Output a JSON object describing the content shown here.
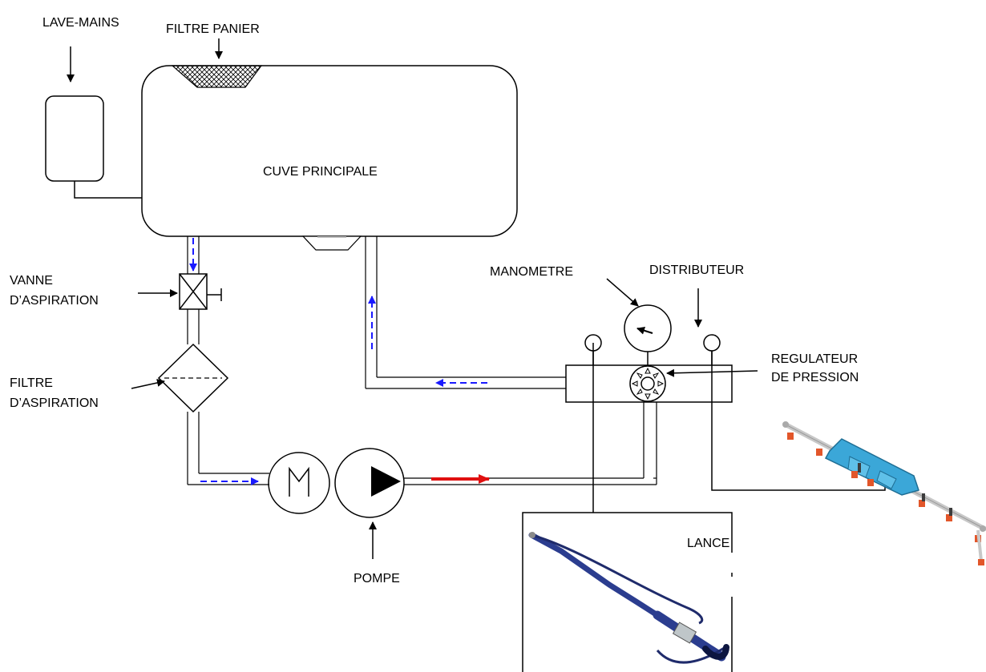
{
  "labels": {
    "lave_mains": "LAVE-MAINS",
    "filtre_panier": "FILTRE PANIER",
    "cuve": "CUVE  PRINCIPALE",
    "vanne_1": "VANNE",
    "vanne_2": "D’ASPIRATION",
    "filtre_1": "FILTRE",
    "filtre_2": "D’ASPIRATION",
    "manometre": "MANOMETRE",
    "distributeur": "DISTRIBUTEUR",
    "regulateur_1": "REGULATEUR",
    "regulateur_2": "DE PRESSION",
    "pompe": "POMPE",
    "lance": "LANCE"
  },
  "colors": {
    "suction_flow": "#1a1aff",
    "pressure_flow": "#e01010",
    "boom": "#3ba7d8",
    "nozzle": "#e2562a",
    "lance_hose": "#2b3d8f"
  }
}
